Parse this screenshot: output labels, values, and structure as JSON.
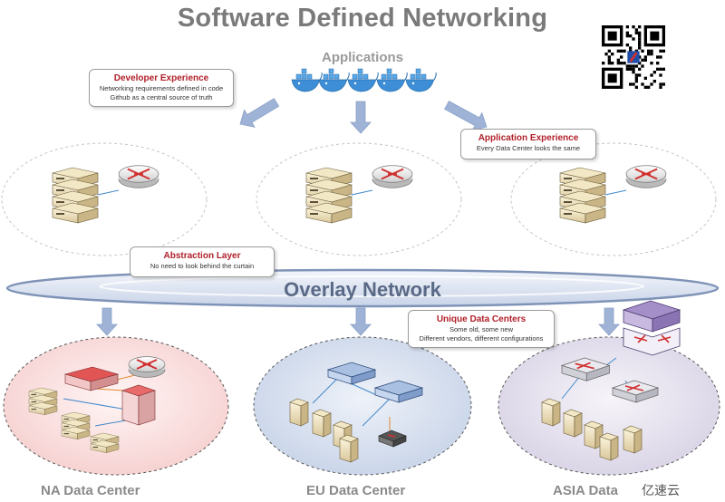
{
  "title": "Software Defined Networking",
  "applications_label": "Applications",
  "callouts": {
    "developer": {
      "title": "Developer Experience",
      "lines": [
        "Networking requirements defined in code",
        "Github as a central source of truth"
      ]
    },
    "application": {
      "title": "Application Experience",
      "lines": [
        "Every Data Center looks the same"
      ]
    },
    "abstraction": {
      "title": "Abstraction Layer",
      "lines": [
        "No need to look behind the curtain"
      ]
    },
    "unique": {
      "title": "Unique Data Centers",
      "lines": [
        "Some old, some new",
        "Different vendors, different configurations"
      ]
    }
  },
  "overlay_label": "Overlay Network",
  "data_centers": [
    "NA Data Center",
    "EU Data Center",
    "ASIA Data"
  ],
  "brand": "亿速云",
  "colors": {
    "accent_red": "#b0202a",
    "arrow_blue": "#9fb3d6",
    "overlay_fill": "#dfe6f3",
    "na_fill": "#fbe3e3",
    "eu_fill": "#dce4f1",
    "asia_fill": "#e7e3ef"
  },
  "icons": [
    "docker-whale-icon",
    "server-stack-icon",
    "router-icon",
    "switch-icon",
    "firewall-icon",
    "qr-code-icon"
  ]
}
